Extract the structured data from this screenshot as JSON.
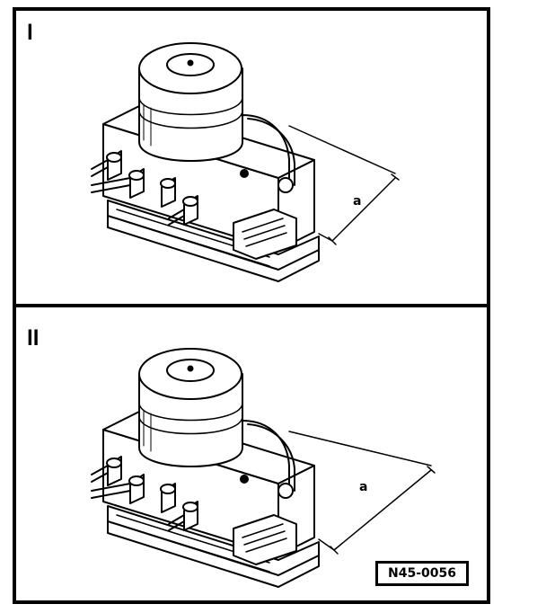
{
  "panels": [
    {
      "label": "I",
      "dimension_letter": "a"
    },
    {
      "label": "II",
      "dimension_letter": "a"
    }
  ],
  "figure_code": "N45-0056",
  "colors": {
    "ink": "#000000",
    "paper": "#ffffff"
  },
  "icons": [
    "abs-hydraulic-unit-illustration",
    "dimension-line"
  ]
}
